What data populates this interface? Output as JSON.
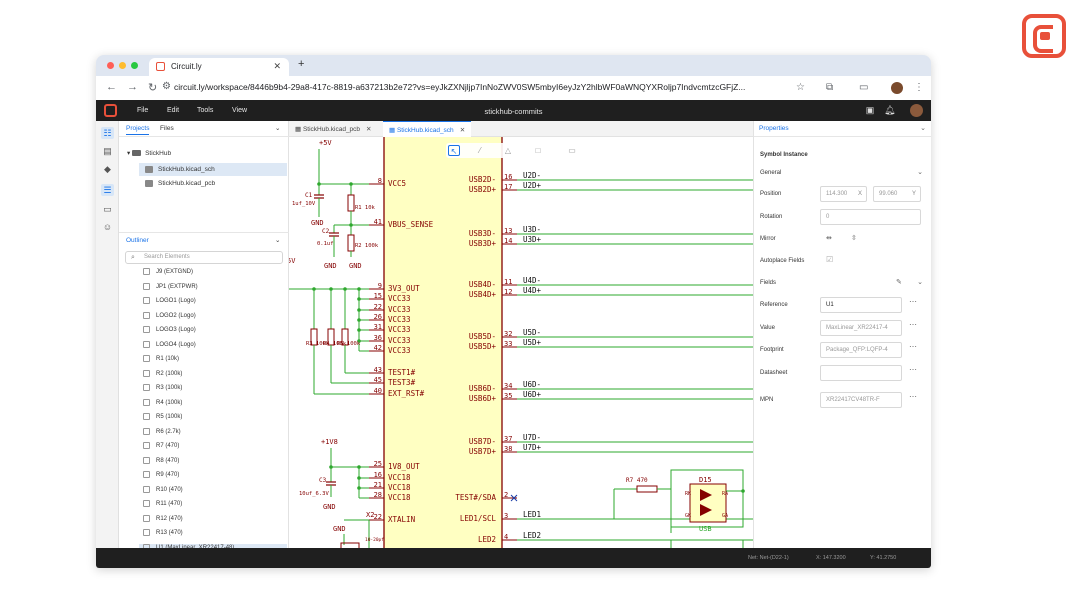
{
  "browser": {
    "tab_title": "Circuit.ly",
    "url": "circuit.ly/workspace/8446b9b4-29a8-417c-8819-a637213b2e72?vs=eyJkZXNjljp7InNoZWV0SW5mbyI6eyJzY2hlbWF0aWNQYXRoljp7IndvcmtzcGFjZ..."
  },
  "app": {
    "menu": [
      "File",
      "Edit",
      "Tools",
      "View"
    ],
    "title": "stickhub-commits"
  },
  "sidebar": {
    "tabs": [
      "Projects",
      "Files"
    ],
    "project": "StickHub",
    "files": [
      "StickHub.kicad_sch",
      "StickHub.kicad_pcb"
    ],
    "outliner_title": "Outliner",
    "search_placeholder": "Search Elements",
    "items": [
      "J9 (EXTGND)",
      "JP1 (EXTPWR)",
      "LOGO1 (Logo)",
      "LOGO2 (Logo)",
      "LOGO3 (Logo)",
      "LOGO4 (Logo)",
      "R1 (10k)",
      "R2 (100k)",
      "R3 (100k)",
      "R4 (100k)",
      "R5 (100k)",
      "R6 (2.7k)",
      "R7 (470)",
      "R8 (470)",
      "R9 (470)",
      "R10 (470)",
      "R11 (470)",
      "R12 (470)",
      "R13 (470)",
      "U1 (MaxLinear_XR22417-48)"
    ]
  },
  "editor": {
    "tabs": [
      "StickHub.kicad_pcb",
      "StickHub.kicad_sch"
    ],
    "schematic": {
      "left_pins": [
        {
          "num": "8",
          "name": "VCC5"
        },
        {
          "num": "41",
          "name": "VBUS_SENSE"
        },
        {
          "num": "9",
          "name": "3V3_OUT"
        },
        {
          "num": "15",
          "name": "VCC33"
        },
        {
          "num": "22",
          "name": "VCC33"
        },
        {
          "num": "26",
          "name": "VCC33"
        },
        {
          "num": "31",
          "name": "VCC33"
        },
        {
          "num": "36",
          "name": "VCC33"
        },
        {
          "num": "42",
          "name": "VCC33"
        },
        {
          "num": "43",
          "name": "TEST1#"
        },
        {
          "num": "45",
          "name": "TEST3#"
        },
        {
          "num": "40",
          "name": "EXT_RST#"
        },
        {
          "num": "25",
          "name": "1V8_OUT"
        },
        {
          "num": "16",
          "name": "VCC18"
        },
        {
          "num": "21",
          "name": "VCC18"
        },
        {
          "num": "28",
          "name": "VCC18"
        },
        {
          "num": "22",
          "name": "XTALIN"
        }
      ],
      "right_pins": [
        {
          "num": "16",
          "name": "USB2D-",
          "net": "U2D-"
        },
        {
          "num": "17",
          "name": "USB2D+",
          "net": "U2D+"
        },
        {
          "num": "13",
          "name": "USB3D-",
          "net": "U3D-"
        },
        {
          "num": "14",
          "name": "USB3D+",
          "net": "U3D+"
        },
        {
          "num": "11",
          "name": "USB4D-",
          "net": "U4D-"
        },
        {
          "num": "12",
          "name": "USB4D+",
          "net": "U4D+"
        },
        {
          "num": "32",
          "name": "USB5D-",
          "net": "U5D-"
        },
        {
          "num": "33",
          "name": "USB5D+",
          "net": "U5D+"
        },
        {
          "num": "34",
          "name": "USB6D-",
          "net": "U6D-"
        },
        {
          "num": "35",
          "name": "USB6D+",
          "net": "U6D+"
        },
        {
          "num": "37",
          "name": "USB7D-",
          "net": "U7D-"
        },
        {
          "num": "38",
          "name": "USB7D+",
          "net": "U7D+"
        },
        {
          "num": "2",
          "name": "TEST#/SDA",
          "net": ""
        },
        {
          "num": "3",
          "name": "LED1/SCL",
          "net": "LED1"
        },
        {
          "num": "4",
          "name": "LED2",
          "net": "LED2"
        }
      ],
      "labels": {
        "p5v": "+5V",
        "p1v8": "+1V8",
        "gnd": "GND",
        "c1": "C1",
        "c1_val": "1uf_10V",
        "c2": "C2",
        "c2_val": "0.1uf",
        "c3": "C3",
        "c3_val": "10uf_6.3V",
        "r1": "R1 10k",
        "r2": "R2 100k",
        "r3": "R3 100k",
        "r4": "R4 100k",
        "r5": "R5 100k",
        "r7": "R7 470",
        "d15": "D15",
        "usb": "USB",
        "rk": "RK",
        "ra": "RA",
        "gk": "GK",
        "ga": "GA",
        "x2": "X2",
        "v5": "5V",
        "ten_mhz": "10-20pf"
      }
    }
  },
  "properties": {
    "title": "Properties",
    "symbol_instance": "Symbol Instance",
    "general": "General",
    "position_label": "Position",
    "position_x": "114.300",
    "position_y": "99.060",
    "x_suffix": "X",
    "y_suffix": "Y",
    "rotation_label": "Rotation",
    "rotation": "0",
    "mirror_label": "Mirror",
    "autoplace_label": "Autoplace Fields",
    "fields_label": "Fields",
    "reference_label": "Reference",
    "reference": "U1",
    "value_label": "Value",
    "value": "MaxLinear_XR22417-4",
    "footprint_label": "Footprint",
    "footprint": "Package_QFP:LQFP-4",
    "datasheet_label": "Datasheet",
    "datasheet": "",
    "mpn_label": "MPN",
    "mpn": "XR22417CV48TR-F"
  },
  "status": {
    "net": "Net: Net-(D22-1)",
    "x": "X: 147.3200",
    "y": "Y: 41.2750"
  },
  "colors": {
    "accent": "#1a73e8",
    "brand": "#e8503a",
    "wire": "#2ea82e",
    "symbol_body": "#ffffc2",
    "symbol_border": "#840000",
    "text_maroon": "#840000",
    "net_text": "#0c0c0c"
  }
}
